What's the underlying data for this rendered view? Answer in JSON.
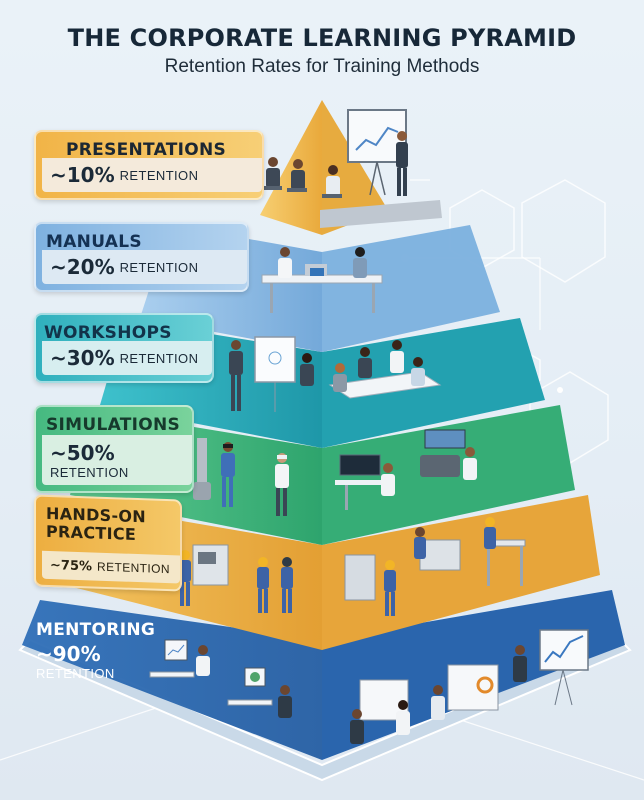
{
  "header": {
    "title": "THE CORPORATE LEARNING PYRAMID",
    "subtitle": "Retention Rates for Training Methods"
  },
  "tiers": [
    {
      "name": "PRESENTATIONS",
      "percent": "~10%",
      "retention_label": "RETENTION",
      "color": "#f3bd56",
      "scene": "presenter at projector screen with seated audience",
      "icons": [
        "projector-screen-icon",
        "audience-icon"
      ]
    },
    {
      "name": "MANUALS",
      "percent": "~20%",
      "retention_label": "RETENTION",
      "color": "#8fbde4",
      "scene": "two people reading manuals at desk with laptop and books",
      "icons": [
        "book-icon",
        "laptop-icon"
      ]
    },
    {
      "name": "WORKSHOPS",
      "percent": "~30%",
      "retention_label": "RETENTION",
      "color": "#2fb3c0",
      "scene": "team at whiteboard and group discussion around table",
      "icons": [
        "whiteboard-icon",
        "meeting-table-icon"
      ]
    },
    {
      "name": "SIMULATIONS",
      "percent": "~50%",
      "retention_label": "RETENTION",
      "color": "#45b980",
      "scene": "VR headset users and flight/driving simulator workstations",
      "icons": [
        "vr-headset-icon",
        "simulator-icon"
      ]
    },
    {
      "name": "HANDS-ON PRACTICE",
      "percent": "~75%",
      "retention_label": "RETENTION",
      "color": "#edae40",
      "scene": "workers in hard hats operating machines",
      "icons": [
        "hard-hat-icon",
        "machine-icon"
      ]
    },
    {
      "name": "MENTORING",
      "percent": "~90%",
      "retention_label": "RETENTION",
      "color": "#2e6db4",
      "scene": "one-on-one coaching at desks and whiteboards with charts",
      "icons": [
        "desk-computer-icon",
        "chart-board-icon"
      ]
    }
  ],
  "chart_data": {
    "type": "table",
    "title": "THE CORPORATE LEARNING PYRAMID",
    "subtitle": "Retention Rates for Training Methods",
    "categories": [
      "Presentations",
      "Manuals",
      "Workshops",
      "Simulations",
      "Hands-On Practice",
      "Mentoring"
    ],
    "values": [
      10,
      20,
      30,
      50,
      75,
      90
    ],
    "unit": "% retention (approx.)",
    "layout": "pyramid, top to bottom"
  }
}
